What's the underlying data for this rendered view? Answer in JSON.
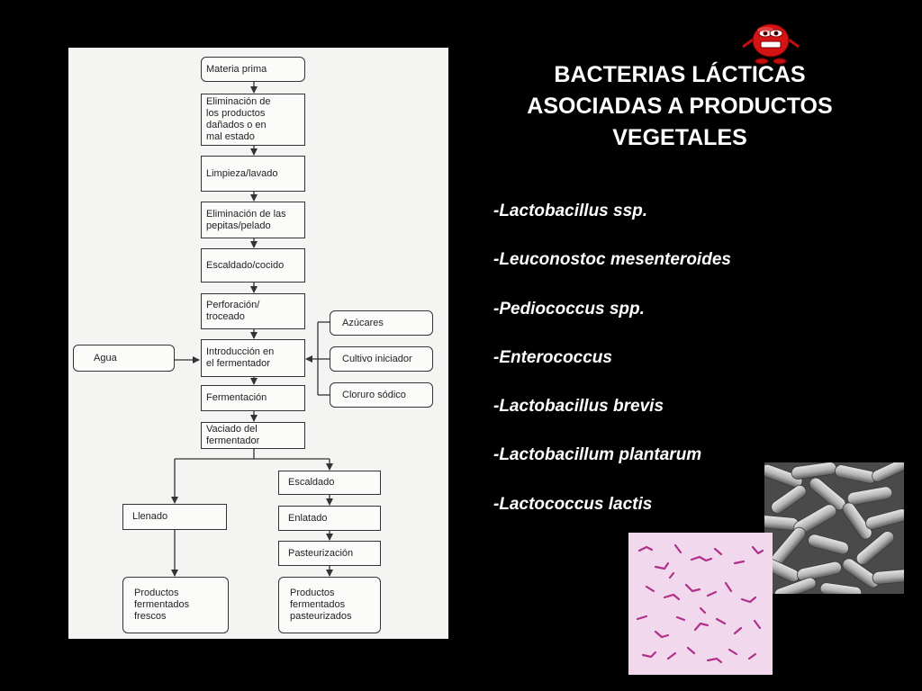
{
  "flowchart": {
    "materia_prima": "Materia prima",
    "eliminacion_productos": [
      "Eliminación de",
      "los productos",
      "dañados o en",
      "mal estado"
    ],
    "limpieza": "Limpieza/lavado",
    "eliminacion_pepitas": [
      "Eliminación de las",
      "pepitas/pelado"
    ],
    "escaldado_cocido": "Escaldado/cocido",
    "perforacion": [
      "Perforación/",
      "troceado"
    ],
    "introduccion": [
      "Introducción en",
      "el fermentador"
    ],
    "fermentacion": "Fermentación",
    "vaciado": [
      "Vaciado del",
      "fermentador"
    ],
    "agua": "Agua",
    "azucares": "Azúcares",
    "cultivo_iniciador": "Cultivo iniciador",
    "cloruro_sodico": "Cloruro sódico",
    "llenado": "Llenado",
    "escaldado": "Escaldado",
    "enlatado": "Enlatado",
    "pasteurizacion": "Pasteurización",
    "productos_frescos": [
      "Productos",
      "fermentados",
      "frescos"
    ],
    "productos_pasteurizados": [
      "Productos",
      "fermentados",
      "pasteurizados"
    ]
  },
  "title_lines": [
    "BACTERIAS LÁCTICAS",
    "ASOCIADAS A PRODUCTOS",
    "VEGETALES"
  ],
  "bacteria_list": [
    "-Lactobacillus ssp.",
    "-Leuconostoc mesenteroides",
    "-Pediococcus spp.",
    "-Enterococcus",
    "-Lactobacillus brevis",
    "-Lactobacillum plantarum",
    "-Lactococcus lactis"
  ],
  "colors": {
    "background": "#000000",
    "title_text": "#ffffff",
    "mascot_red": "#d41414",
    "sem_gray": "#8a8a8a",
    "stain_pink": "#f1d8ec",
    "stain_purple": "#b0308c"
  },
  "icons": [
    "red-monster-mascot-icon"
  ]
}
